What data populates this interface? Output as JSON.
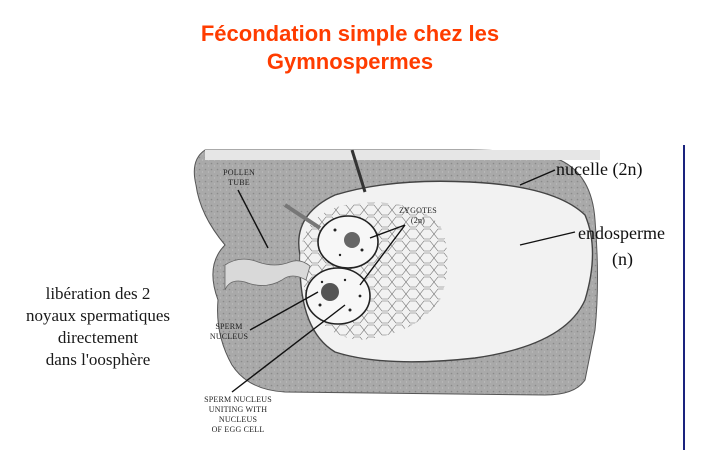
{
  "title": {
    "line1": "Fécondation simple chez les",
    "line2": "Gymnospermes"
  },
  "colors": {
    "title": "#ff3c00",
    "rule": "#1a237e",
    "tissue": "#a9a9a9",
    "endosperm": "#f2f2f2"
  },
  "figure_labels": {
    "pollen_tube": [
      "POLLEN",
      "TUBE"
    ],
    "zygotes": [
      "ZYGOTES",
      "(2n)"
    ],
    "sperm_nucleus": [
      "SPERM",
      "NUCLEUS"
    ],
    "sperm_uniting": [
      "SPERM NUCLEUS",
      "UNITING WITH NUCLEUS",
      "OF EGG CELL"
    ]
  },
  "annotations": {
    "nucelle": "nucelle (2n)",
    "endosperme": "endosperme",
    "ploidy_n": "(n)",
    "liberation": [
      "libération des 2",
      "noyaux spermatiques",
      "directement",
      "dans l'oosphère"
    ]
  }
}
